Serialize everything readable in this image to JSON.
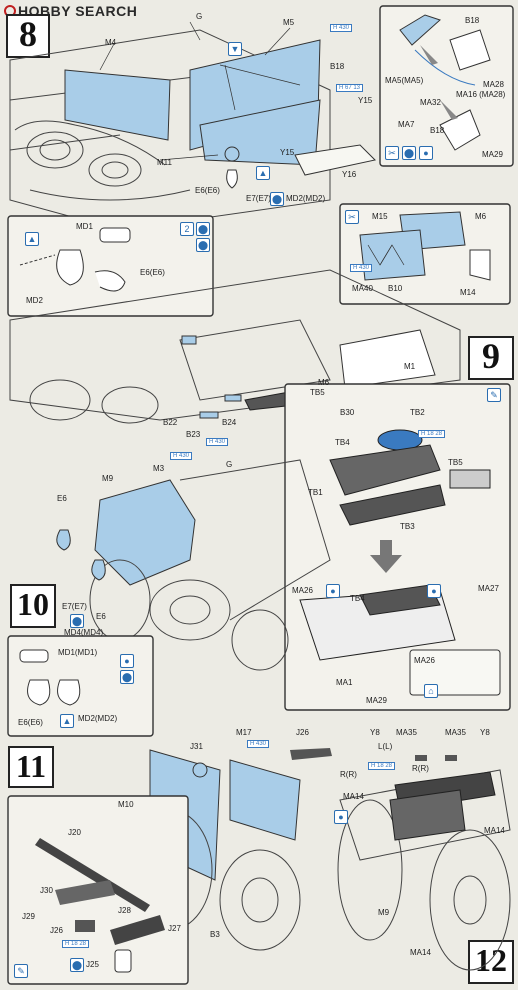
{
  "header": {
    "brand": "HOBBY SEARCH"
  },
  "steps": {
    "s8": "8",
    "s9": "9",
    "s10": "10",
    "s11": "11",
    "s12": "12"
  },
  "step8": {
    "labels": [
      "G",
      "M5",
      "M4",
      "B18",
      "Y15",
      "Y15",
      "Y16",
      "M11",
      "E6(E6)",
      "E7(E7)",
      "MD2(MD2)"
    ],
    "inset_right": [
      "B18",
      "MA5(MA5)",
      "MA28",
      "MA16 (MA28)",
      "MA32",
      "MA7",
      "B18",
      "MA29"
    ],
    "inset_left": [
      "MD1",
      "E6(E6)",
      "MD2"
    ],
    "hbadge": "H 430",
    "hbadge2": "H 67 13"
  },
  "step9": {
    "inset_top": [
      "M15",
      "M6",
      "H 430",
      "MA40",
      "B10",
      "M14"
    ],
    "labels": [
      "M6",
      "M1",
      "TB5",
      "B22",
      "B24",
      "B23",
      "H 430"
    ],
    "inset": [
      "B30",
      "TB2",
      "H 18 28",
      "TB4",
      "TB5",
      "TB1",
      "TB3",
      "MA26",
      "TB4",
      "MA27",
      "MA1",
      "MA29",
      "MA26"
    ]
  },
  "step10": {
    "labels": [
      "M9",
      "M3",
      "G",
      "E6",
      "E7(E7)",
      "MD4(MD4)",
      "E6",
      "H 430"
    ],
    "inset": [
      "MD1(MD1)",
      "E6(E6)",
      "MD2(MD2)"
    ]
  },
  "step11": {
    "labels": [
      "J31",
      "M17",
      "J26",
      "M10",
      "B3",
      "H 430"
    ],
    "inset": [
      "J20",
      "J30",
      "J28",
      "J29",
      "J26",
      "J27",
      "J25",
      "H 18 28"
    ]
  },
  "step12": {
    "labels": [
      "Y8",
      "MA35",
      "MA35",
      "Y8",
      "L(L)",
      "R(R)",
      "R(R)",
      "MA14",
      "MA14",
      "M9",
      "MA14",
      "H 18 28"
    ]
  }
}
